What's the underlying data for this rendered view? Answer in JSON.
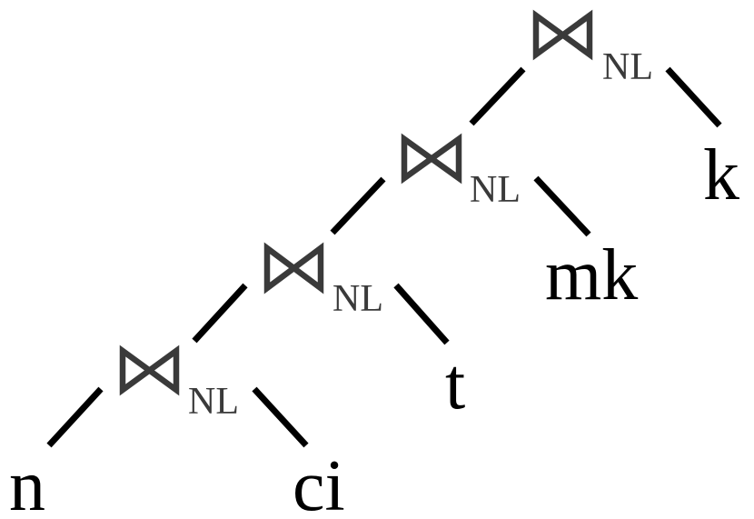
{
  "joins": [
    {
      "id": "join-1",
      "subscript": "NL"
    },
    {
      "id": "join-2",
      "subscript": "NL"
    },
    {
      "id": "join-3",
      "subscript": "NL"
    },
    {
      "id": "join-4",
      "subscript": "NL"
    }
  ],
  "leaves": {
    "n": "n",
    "ci": "ci",
    "t": "t",
    "mk": "mk",
    "k": "k"
  },
  "colors": {
    "edge": "#000000",
    "join_symbol": "#3a3a3a",
    "leaf_text": "#000000"
  },
  "icons": {
    "join": "bowtie-join-icon"
  }
}
